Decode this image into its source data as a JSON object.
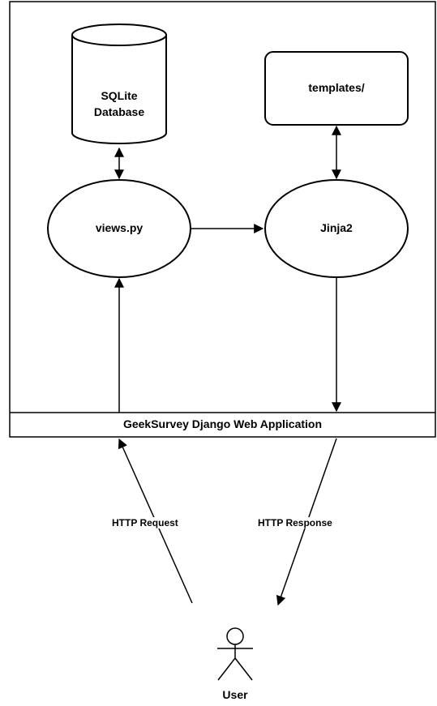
{
  "nodes": {
    "database": "SQLite\nDatabase",
    "templates": "templates/",
    "views": "views.py",
    "jinja": "Jinja2",
    "app": "GeekSurvey Django Web Application",
    "user": "User"
  },
  "edges": {
    "request": "HTTP Request",
    "response": "HTTP Response"
  },
  "colors": {
    "stroke": "#000000",
    "fill": "#ffffff"
  }
}
